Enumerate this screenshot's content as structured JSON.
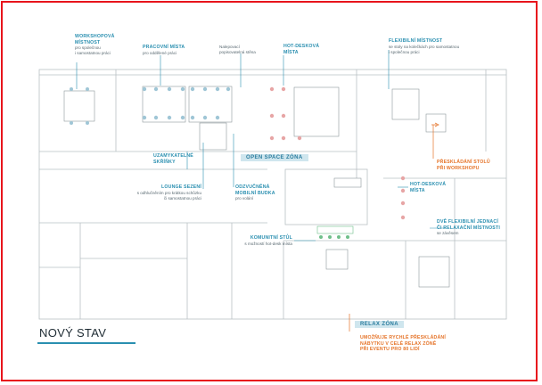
{
  "title": "NOVÝ STAV",
  "colors": {
    "accent": "#2a8fb0",
    "orange": "#e57328",
    "frame": "#e8141c",
    "zone_banner": "#cfe6ee"
  },
  "zones": {
    "open_space": "OPEN SPACE ZÓNA",
    "relax": "RELAX ZÓNA"
  },
  "labels": {
    "workshop": {
      "title": "WORKSHOPOVÁ\nMÍSTNOST",
      "sub": "pro společnou\ni samostatnou práci"
    },
    "work_places": {
      "title": "PRACOVNÍ MÍSTA",
      "sub": "pro oddělené práci"
    },
    "writable_wall": {
      "title": "",
      "sub": "Nalepovací\npopisovatelná stěna"
    },
    "hot_desk_top": {
      "title": "HOT-DESKOVÁ\nMÍSTA",
      "sub": ""
    },
    "flexible_room": {
      "title": "FLEXIBILNÍ MÍSTNOST",
      "sub": "se stoly na kolečkách pro samostatnou\ni společnou práci"
    },
    "lockers": {
      "title": "UZAMYKATELNÉ\nSKŘÍŇKY",
      "sub": ""
    },
    "lounge": {
      "title": "LOUNGE SEZENÍ",
      "sub": "s odhlučněním pro krátkou schůzku\nči samostatnou práci"
    },
    "phone_booth": {
      "title": "ODZVUČNĚNÁ\nMOBILNÍ BUDKA",
      "sub": "pro volání"
    },
    "rearrange_tables": {
      "title": "PŘESKLÁDÁNÍ STOLŮ\nPŘI WORKSHOPU",
      "sub": ""
    },
    "hot_desk_right": {
      "title": "HOT-DESKOVÁ\nMÍSTA",
      "sub": ""
    },
    "two_flex_rooms": {
      "title": "DVĚ FLEXIBILNÍ JEDNACÍ\nČI RELAXAČNÍ MÍSTNOSTI",
      "sub": "se závěsem"
    },
    "community_table": {
      "title": "KOMUNITNÍ STŮL",
      "sub": "s možností hot-desk místa"
    },
    "relax_furniture": {
      "title": "UMOŽŇUJE RYCHLÉ PŘESKLÁDÁNÍ\nNÁBYTKU V CELÉ RELAX ZÓNĚ\nPŘI EVENTU PRO 80 LIDÍ",
      "sub": ""
    }
  }
}
